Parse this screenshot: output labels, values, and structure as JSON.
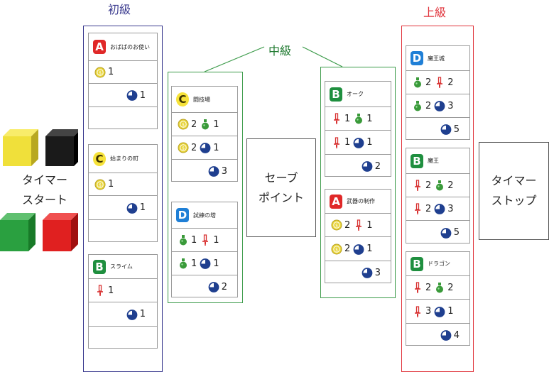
{
  "tiers": {
    "beginner": "初級",
    "intermediate": "中級",
    "advanced": "上級"
  },
  "timer_start": [
    "タイマー",
    "スタート"
  ],
  "save_point": [
    "セーブ",
    "ポイント"
  ],
  "timer_stop": [
    "タイマー",
    "ストップ"
  ],
  "colors": {
    "beginner": "#3b3b8f",
    "intermediate": "#3a9a48",
    "advanced": "#e0323a",
    "cube_yellow": "#f0e03a",
    "cube_black": "#1a1a1a",
    "cube_green": "#2aa040",
    "cube_red": "#e02020",
    "coin": "#e8d43a",
    "potion": "#3a9a3a",
    "sword": "#d83030",
    "timer": "#1f3f8f"
  },
  "cards": {
    "a1": {
      "letter": "A",
      "name": "おばばのお使い",
      "rows": [
        [
          {
            "icon": "coin",
            "value": "1"
          }
        ],
        [
          {
            "icon": "timer",
            "value": "1"
          }
        ],
        []
      ]
    },
    "a2": {
      "letter": "C",
      "name": "始まりの町",
      "rows": [
        [
          {
            "icon": "coin",
            "value": "1"
          }
        ],
        [
          {
            "icon": "timer",
            "value": "1"
          }
        ],
        []
      ]
    },
    "a3": {
      "letter": "B",
      "name": "スライム",
      "rows": [
        [
          {
            "icon": "sword",
            "value": "1"
          }
        ],
        [
          {
            "icon": "timer",
            "value": "1"
          }
        ],
        []
      ]
    },
    "b1": {
      "letter": "C",
      "name": "闘技場",
      "rows": [
        [
          {
            "icon": "coin",
            "value": "2"
          },
          {
            "icon": "potion",
            "value": "1"
          }
        ],
        [
          {
            "icon": "coin",
            "value": "2"
          },
          {
            "icon": "timer",
            "value": "1"
          }
        ],
        [
          {
            "icon": "timer",
            "value": "3"
          }
        ]
      ]
    },
    "b2": {
      "letter": "D",
      "name": "試練の塔",
      "rows": [
        [
          {
            "icon": "potion",
            "value": "1"
          },
          {
            "icon": "sword",
            "value": "1"
          }
        ],
        [
          {
            "icon": "potion",
            "value": "1"
          },
          {
            "icon": "timer",
            "value": "1"
          }
        ],
        [
          {
            "icon": "timer",
            "value": "2"
          }
        ]
      ]
    },
    "c1": {
      "letter": "B",
      "name": "オーク",
      "rows": [
        [
          {
            "icon": "sword",
            "value": "1"
          },
          {
            "icon": "potion",
            "value": "1"
          }
        ],
        [
          {
            "icon": "sword",
            "value": "1"
          },
          {
            "icon": "timer",
            "value": "1"
          }
        ],
        [
          {
            "icon": "timer",
            "value": "2"
          }
        ]
      ]
    },
    "c2": {
      "letter": "A",
      "name": "武器の制作",
      "rows": [
        [
          {
            "icon": "coin",
            "value": "2"
          },
          {
            "icon": "sword",
            "value": "1"
          }
        ],
        [
          {
            "icon": "coin",
            "value": "2"
          },
          {
            "icon": "timer",
            "value": "1"
          }
        ],
        [
          {
            "icon": "timer",
            "value": "3"
          }
        ]
      ]
    },
    "d1": {
      "letter": "D",
      "name": "魔王城",
      "rows": [
        [
          {
            "icon": "potion",
            "value": "2"
          },
          {
            "icon": "sword",
            "value": "2"
          }
        ],
        [
          {
            "icon": "potion",
            "value": "2"
          },
          {
            "icon": "timer",
            "value": "3"
          }
        ],
        [
          {
            "icon": "timer",
            "value": "5"
          }
        ]
      ]
    },
    "d2": {
      "letter": "B",
      "name": "魔王",
      "rows": [
        [
          {
            "icon": "sword",
            "value": "2"
          },
          {
            "icon": "potion",
            "value": "2"
          }
        ],
        [
          {
            "icon": "sword",
            "value": "2"
          },
          {
            "icon": "timer",
            "value": "3"
          }
        ],
        [
          {
            "icon": "timer",
            "value": "5"
          }
        ]
      ]
    },
    "d3": {
      "letter": "B",
      "name": "ドラゴン",
      "rows": [
        [
          {
            "icon": "sword",
            "value": "2"
          },
          {
            "icon": "potion",
            "value": "2"
          }
        ],
        [
          {
            "icon": "sword",
            "value": "3"
          },
          {
            "icon": "timer",
            "value": "1"
          }
        ],
        [
          {
            "icon": "timer",
            "value": "4"
          }
        ]
      ]
    }
  }
}
